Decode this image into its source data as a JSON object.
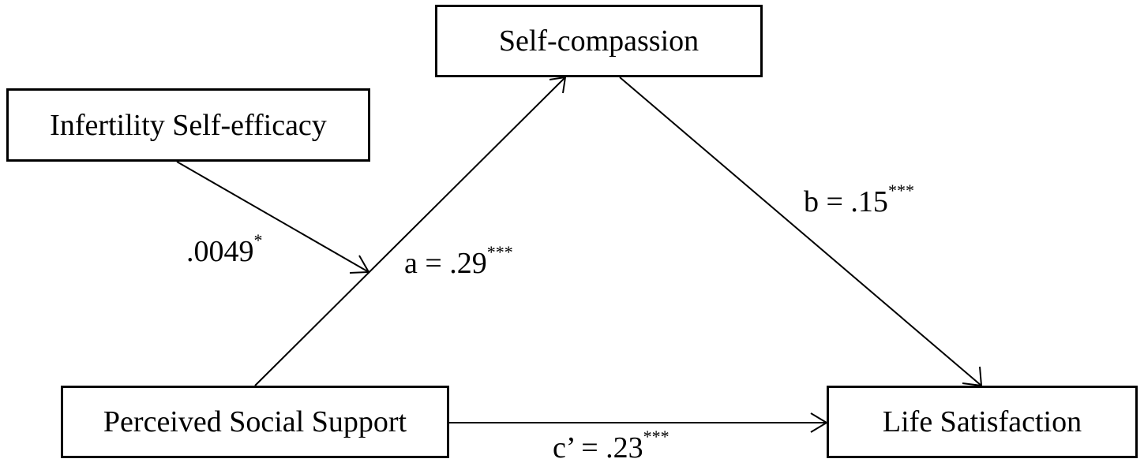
{
  "nodes": {
    "mediator": "Self-compassion",
    "moderator": "Infertility Self-efficacy",
    "predictor": "Perceived Social Support",
    "outcome": "Life Satisfaction"
  },
  "paths": {
    "moderation": {
      "coef": ".0049",
      "sig": "*"
    },
    "a": {
      "coef": "a = .29",
      "sig": "***"
    },
    "b": {
      "coef": "b = .15",
      "sig": "***"
    },
    "c_prime": {
      "coef": "c’ = .23",
      "sig": "***"
    }
  }
}
